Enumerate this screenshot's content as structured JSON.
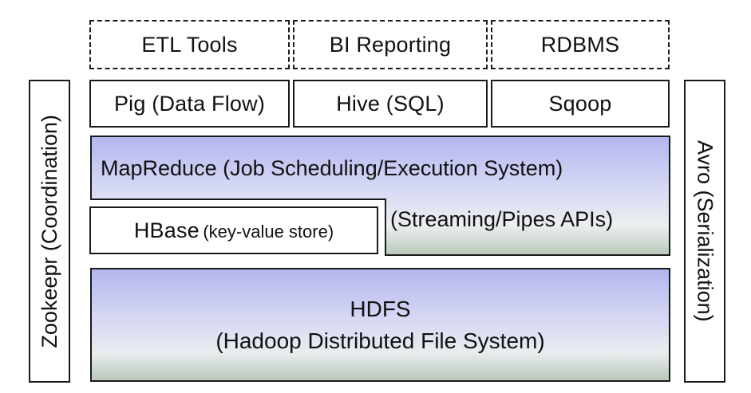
{
  "top_row": [
    {
      "label": "ETL Tools"
    },
    {
      "label": "BI Reporting"
    },
    {
      "label": "RDBMS"
    }
  ],
  "tools_row": [
    {
      "label": "Pig (Data Flow)"
    },
    {
      "label": "Hive (SQL)"
    },
    {
      "label": "Sqoop"
    }
  ],
  "mapreduce": {
    "title": "MapReduce (Job Scheduling/Execution System)",
    "subtitle": "(Streaming/Pipes APIs)"
  },
  "hbase": {
    "name": "HBase",
    "detail": "(key-value store)"
  },
  "hdfs": {
    "line1": "HDFS",
    "line2": "(Hadoop Distributed File System)"
  },
  "left_side": {
    "label": "Zookeepr (Coordination)"
  },
  "right_side": {
    "label": "Avro (Serialization)"
  },
  "colors": {
    "gradient_top": "#b3b6ee",
    "gradient_bottom": "#b9cab9",
    "border": "#1a1a1a"
  }
}
